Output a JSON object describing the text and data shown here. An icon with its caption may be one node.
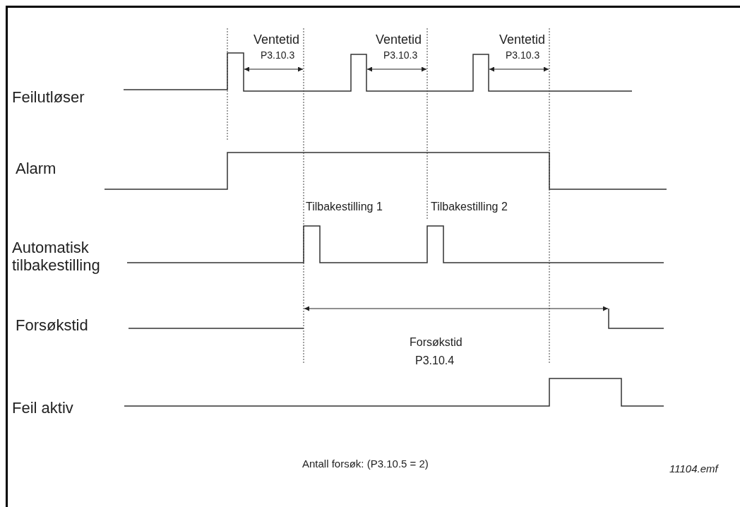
{
  "diagram": {
    "labels": [
      "Ventetid",
      "Ventetid",
      "Ventetid",
      "P3.10.3",
      "P3.10.3",
      "P3.10.3",
      "Feilutløser",
      "Alarm",
      "Tilbakestilling 1",
      "Tilbakestilling 2",
      "Automatisk tilbakestilling",
      "Forsøkstid",
      "Forsøkstid",
      "P3.10.4",
      "Feil aktiv",
      "Antall forsøk: (P3.10.5 = 2)",
      "11104.emf"
    ]
  }
}
